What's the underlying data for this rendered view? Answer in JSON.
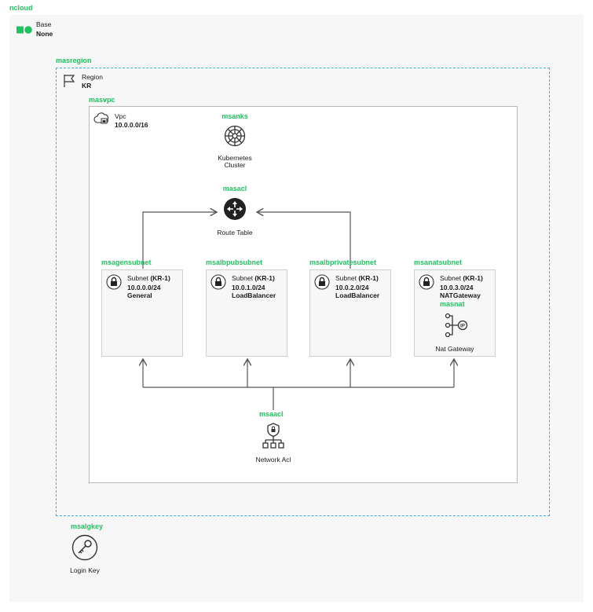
{
  "cloud": {
    "label": "ncloud",
    "base_title": "Base",
    "base_value": "None"
  },
  "region": {
    "group_label": "masregion",
    "title": "Region",
    "value": "KR"
  },
  "vpc": {
    "group_label": "masvpc",
    "title": "Vpc",
    "cidr": "10.0.0.0/16"
  },
  "kubernetes": {
    "group_label": "msanks",
    "line1": "Kubernetes",
    "line2": "Cluster",
    "icon": "kubernetes-helm-icon"
  },
  "route_table": {
    "group_label": "masacl",
    "label": "Route Table",
    "icon": "router-icon"
  },
  "subnets": [
    {
      "group_label": "msagensubnet",
      "title": "Subnet",
      "zone": "(KR-1)",
      "cidr": "10.0.0.0/24",
      "type": "General"
    },
    {
      "group_label": "msalbpubsubnet",
      "title": "Subnet",
      "zone": "(KR-1)",
      "cidr": "10.0.1.0/24",
      "type": "LoadBalancer"
    },
    {
      "group_label": "msalbprivatesubnet",
      "title": "Subnet",
      "zone": "(KR-1)",
      "cidr": "10.0.2.0/24",
      "type": "LoadBalancer"
    },
    {
      "group_label": "msanatsubnet",
      "title": "Subnet",
      "zone": "(KR-1)",
      "cidr": "10.0.3.0/24",
      "type": "NATGateway"
    }
  ],
  "nat": {
    "group_label": "masnat",
    "label": "Nat Gateway",
    "icon": "nat-gateway-icon"
  },
  "nacl": {
    "group_label": "msaacl",
    "label": "Network Acl",
    "icon": "network-acl-icon"
  },
  "login_key": {
    "group_label": "msalgkey",
    "label": "Login Key",
    "icon": "key-icon"
  },
  "colors": {
    "accent_green": "#1fc35f",
    "region_border": "#39aee6",
    "vpc_border": "#b9b9b9"
  }
}
